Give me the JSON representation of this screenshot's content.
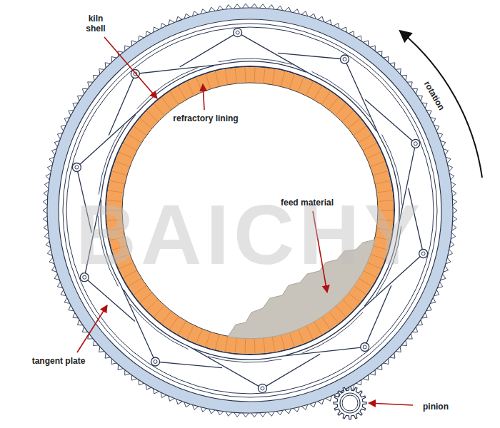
{
  "diagram": {
    "labels": [
      "kiln shell",
      "refractory lining",
      "feed material",
      "rotation",
      "tangent plate",
      "pinion",
      "BAICHY"
    ]
  }
}
